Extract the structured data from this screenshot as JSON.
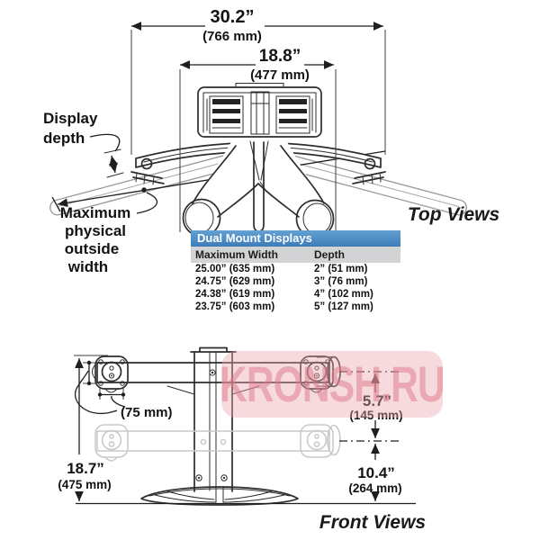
{
  "top_view": {
    "caption": "Top Views",
    "dim_outer": {
      "in": "30.2”",
      "mm": "(766 mm)"
    },
    "dim_inner": {
      "in": "18.8”",
      "mm": "(477 mm)"
    },
    "labels": {
      "display_depth": [
        "Display",
        "depth"
      ],
      "max_width": [
        "Maximum",
        "physical",
        "outside",
        "width"
      ]
    }
  },
  "table": {
    "title": "Dual Mount Displays",
    "columns": [
      "Maximum Width",
      "Depth"
    ],
    "rows": [
      {
        "max_width": "25.00” (635 mm)",
        "depth": "2” (51 mm)"
      },
      {
        "max_width": "24.75” (629 mm)",
        "depth": "3” (76 mm)"
      },
      {
        "max_width": "24.38” (619 mm)",
        "depth": "4” (102 mm)"
      },
      {
        "max_width": "23.75” (603 mm)",
        "depth": "5” (127 mm)"
      }
    ]
  },
  "front_view": {
    "caption": "Front Views",
    "dim_vesa": "(75 mm)",
    "dim_lift": {
      "in": "5.7”",
      "mm": "(145 mm)"
    },
    "dim_total_height": {
      "in": "18.7”",
      "mm": "(475 mm)"
    },
    "dim_base_height": {
      "in": "10.4”",
      "mm": "(264 mm)"
    }
  },
  "watermark": {
    "text": "KRONSH.RU"
  },
  "colors": {
    "table_header_blue": "#4388c0",
    "table_subheader_gray": "#d3d3d5",
    "watermark_pink": "#eaa7b1",
    "line_dark": "#2d2d2d",
    "display_gray": "#9c9c9c",
    "ghost_gray": "#c8c8c8"
  }
}
